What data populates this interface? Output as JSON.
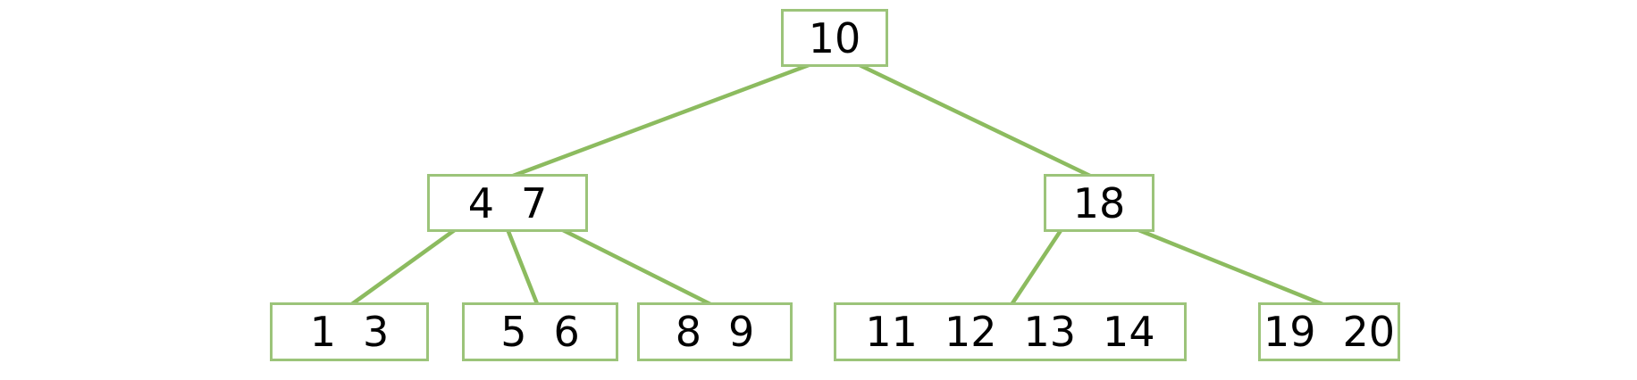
{
  "colors": {
    "edge": "#8CBB5F",
    "node_border": "#9CC47A",
    "text": "#000000",
    "background": "#ffffff"
  },
  "diagram": {
    "type": "b-tree",
    "levels": 3,
    "nodes": [
      {
        "id": "root",
        "level": 0,
        "keys": [
          "10"
        ]
      },
      {
        "id": "internal-left",
        "level": 1,
        "keys": [
          "4",
          "7"
        ]
      },
      {
        "id": "internal-right",
        "level": 1,
        "keys": [
          "18"
        ]
      },
      {
        "id": "leaf-1",
        "level": 2,
        "keys": [
          "1",
          "3"
        ]
      },
      {
        "id": "leaf-2",
        "level": 2,
        "keys": [
          "5",
          "6"
        ]
      },
      {
        "id": "leaf-3",
        "level": 2,
        "keys": [
          "8",
          "9"
        ]
      },
      {
        "id": "leaf-4",
        "level": 2,
        "keys": [
          "11",
          "12",
          "13",
          "14"
        ]
      },
      {
        "id": "leaf-5",
        "level": 2,
        "keys": [
          "19",
          "20"
        ]
      }
    ],
    "edges": [
      {
        "from": "root",
        "to": "internal-left"
      },
      {
        "from": "root",
        "to": "internal-right"
      },
      {
        "from": "internal-left",
        "to": "leaf-1"
      },
      {
        "from": "internal-left",
        "to": "leaf-2"
      },
      {
        "from": "internal-left",
        "to": "leaf-3"
      },
      {
        "from": "internal-right",
        "to": "leaf-4"
      },
      {
        "from": "internal-right",
        "to": "leaf-5"
      }
    ]
  }
}
